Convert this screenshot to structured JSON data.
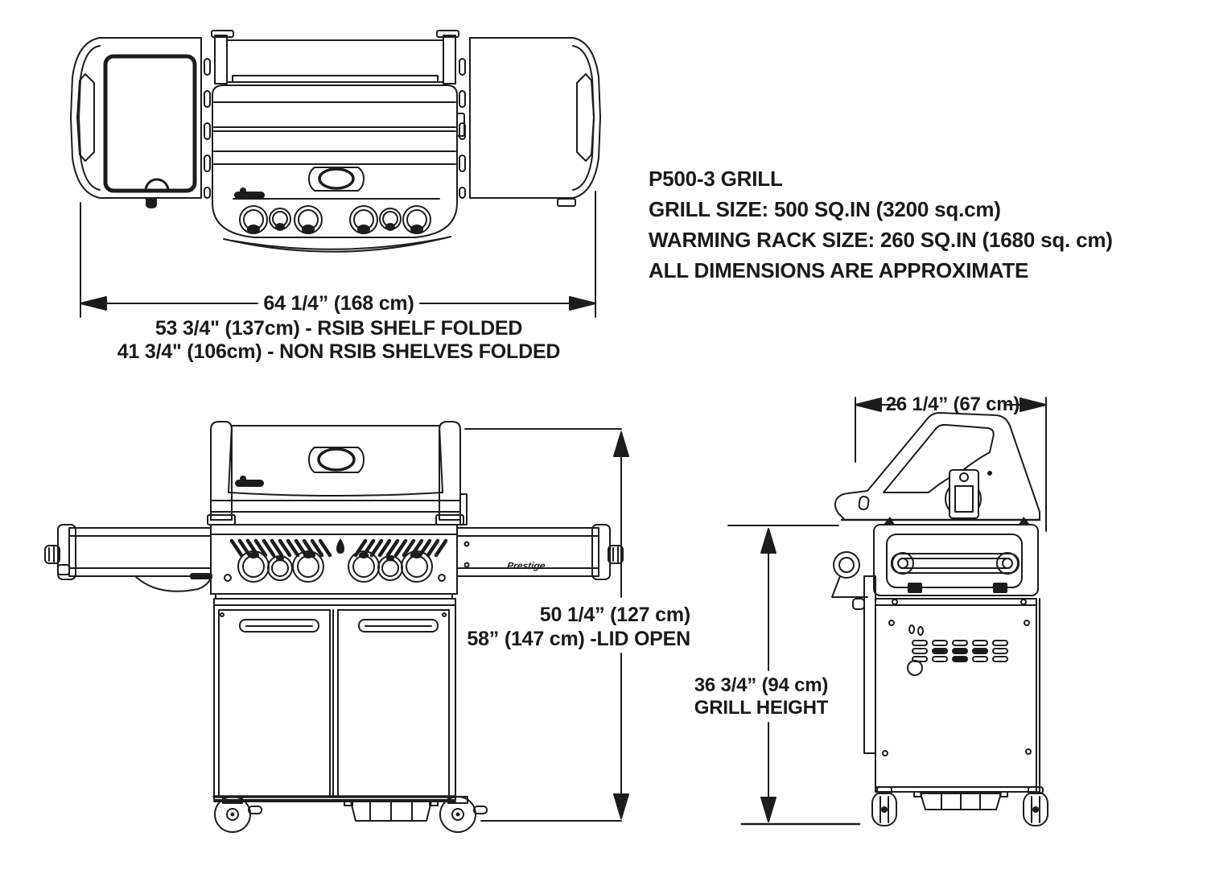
{
  "page": {
    "background": "#ffffff",
    "line_color": "#1c1c1c"
  },
  "info_block": {
    "title": "P500-3 GRILL",
    "grill_size": "GRILL SIZE: 500 SQ.IN (3200 sq.cm)",
    "warming_rack": "WARMING RACK SIZE: 260 SQ.IN (1680 sq. cm)",
    "disclaimer": "ALL DIMENSIONS ARE APPROXIMATE"
  },
  "top_view": {
    "width_overall": "64 1/4” (168 cm)",
    "width_rsib_shelf_folded": "53 3/4\" (137cm) - RSIB SHELF FOLDED",
    "width_non_rsib_shelves_folded": "41 3/4\" (106cm) - NON RSIB SHELVES FOLDED"
  },
  "front_view": {
    "height_lid_closed": "50 1/4” (127 cm)",
    "height_lid_open": "58” (147 cm) -LID OPEN",
    "shelf_logo": "Prestige"
  },
  "side_view": {
    "depth": "26 1/4” (67 cm)",
    "grill_height_value": "36 3/4” (94 cm)",
    "grill_height_label": "GRILL HEIGHT"
  }
}
